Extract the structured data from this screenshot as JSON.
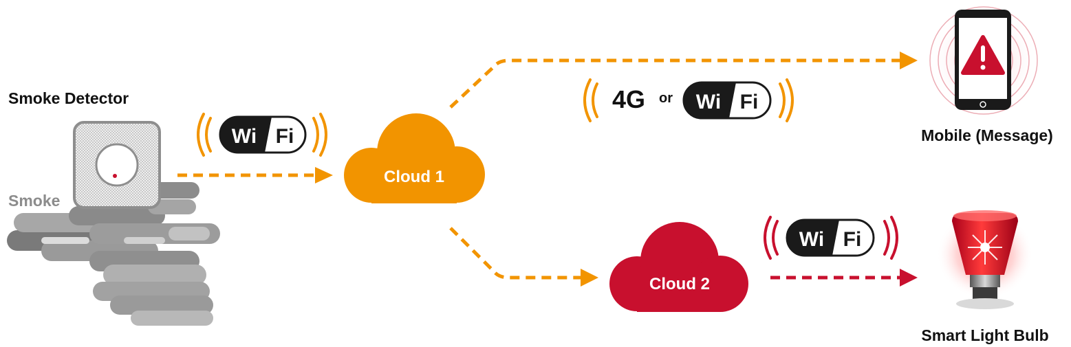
{
  "labels": {
    "smoke_detector": "Smoke Detector",
    "smoke": "Smoke",
    "mobile": "Mobile (Message)",
    "smart_bulb": "Smart Light Bulb"
  },
  "clouds": {
    "cloud1": "Cloud 1",
    "cloud2": "Cloud 2"
  },
  "wifi": {
    "wi": "Wi",
    "fi": "Fi"
  },
  "connectivity": {
    "network_4g": "4G",
    "or": "or"
  },
  "colors": {
    "orange": "#f29400",
    "red": "#c8102e",
    "dark": "#1a1a1a",
    "smoke_gray": "#8c8c8c"
  },
  "icons": {
    "detector": "smoke-detector-icon",
    "phone": "mobile-phone-icon",
    "alert": "warning-triangle-icon",
    "bulb": "smart-bulb-icon",
    "smoke": "smoke-cloud-icon"
  }
}
